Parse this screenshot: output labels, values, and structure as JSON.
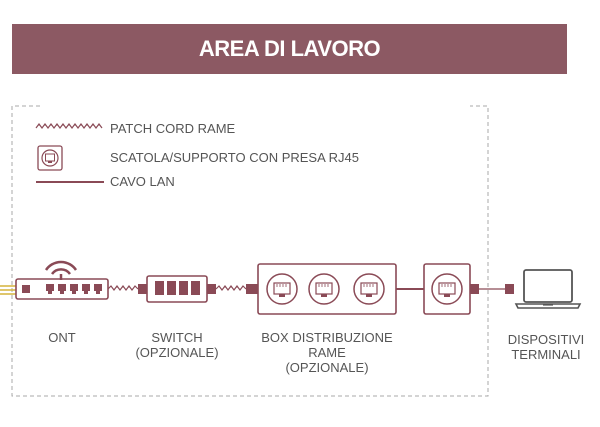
{
  "title": "AREA DI LAVORO",
  "legend": {
    "patch": "PATCH CORD RAME",
    "box": "SCATOLA/SUPPORTO CON PRESA RJ45",
    "cable": "CAVO LAN"
  },
  "nodes": {
    "ont": "ONT",
    "switch": "SWITCH\n(OPZIONALE)",
    "box": "BOX DISTRIBUZIONE\nRAME\n(OPZIONALE)",
    "devices": "DISPOSITIVI\nTERMINALI"
  },
  "colors": {
    "accent": "#8c5963",
    "line": "#8a4a56",
    "fiber": "#d4b33a",
    "dashed": "#aaaaaa"
  }
}
